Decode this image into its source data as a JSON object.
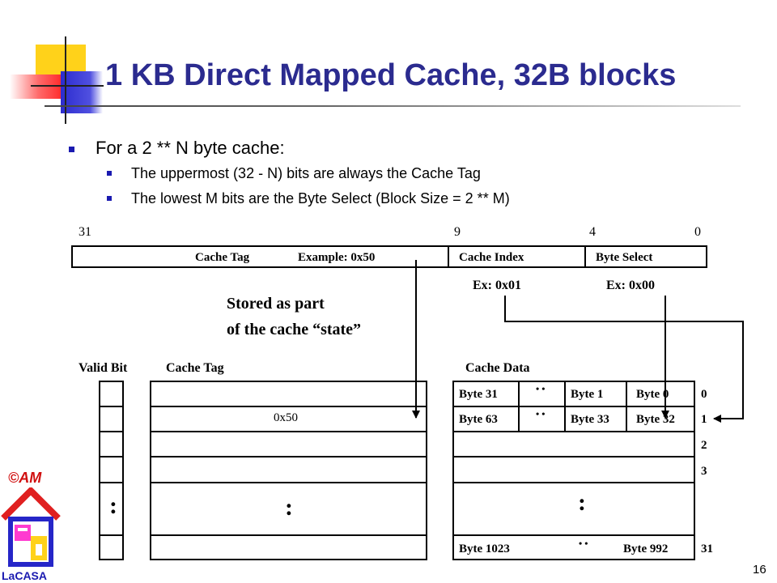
{
  "slide": {
    "title": "1 KB Direct Mapped Cache, 32B blocks",
    "bullet": "For a 2 ** N byte cache:",
    "subbullets": [
      "The uppermost (32 - N) bits are always the Cache Tag",
      "The lowest M bits are the Byte Select (Block Size = 2 ** M)"
    ],
    "page_number": "16"
  },
  "address": {
    "bit_labels": [
      "31",
      "9",
      "4",
      "0"
    ],
    "fields": {
      "cache_tag": "Cache Tag",
      "tag_example": "Example: 0x50",
      "cache_index": "Cache Index",
      "byte_select": "Byte Select"
    },
    "index_example": "Ex: 0x01",
    "byte_example": "Ex: 0x00"
  },
  "note": {
    "line1": "Stored as part",
    "line2": "of the cache “state”"
  },
  "cache": {
    "headers": {
      "valid": "Valid Bit",
      "tag": "Cache Tag",
      "data": "Cache Data"
    },
    "row0": {
      "left": "Byte 31",
      "mid": "Byte 1",
      "right": "Byte 0"
    },
    "row1": {
      "tag": "0x50",
      "left": "Byte 63",
      "mid": "Byte 33",
      "right": "Byte 32"
    },
    "last": {
      "left": "Byte 1023",
      "right": "Byte 992"
    },
    "dots_h": "• •",
    "dots_v": ":",
    "row_numbers": [
      "0",
      "1",
      "2",
      "3",
      "31"
    ]
  },
  "logo": {
    "copyright": "©AM",
    "name": "LaCASA"
  },
  "colors": {
    "title": "#2b2b8f",
    "bullet": "#1a1ab0",
    "deco_yellow": "#ffd21a",
    "deco_red": "#ff3b3b",
    "deco_blue": "#2c2ccf"
  }
}
